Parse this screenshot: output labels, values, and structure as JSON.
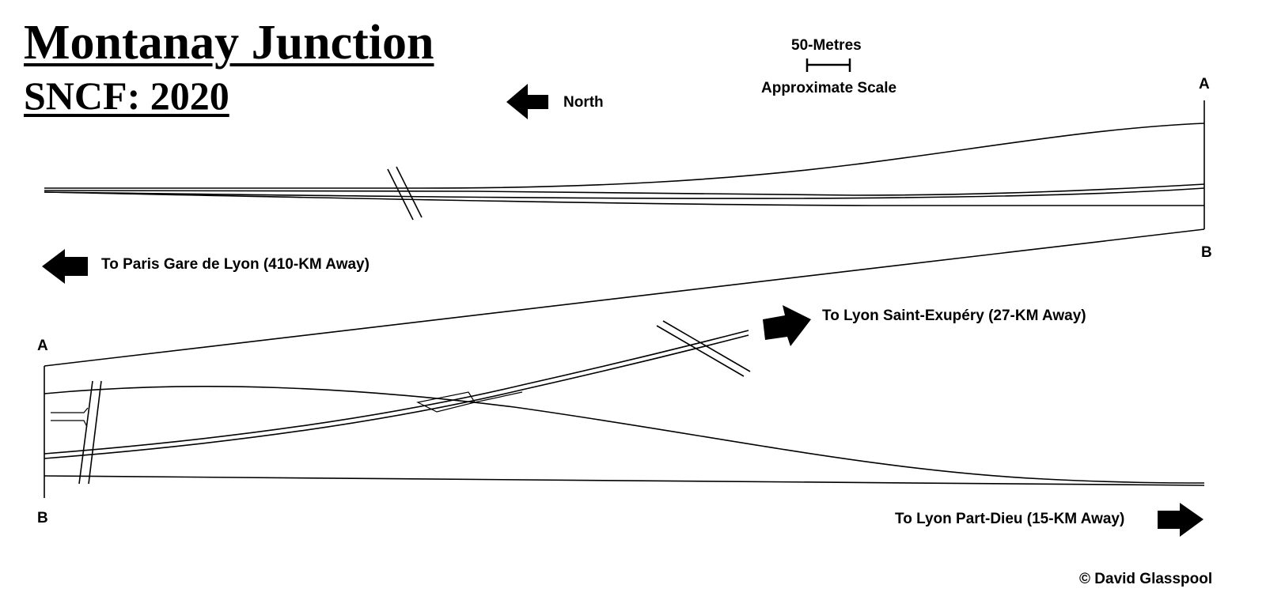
{
  "title": {
    "main": "Montanay Junction",
    "subtitle": "SNCF: 2020"
  },
  "compass": {
    "label": "North",
    "icon": "arrow-left-icon"
  },
  "scale": {
    "distance": "50-Metres",
    "caption": "Approximate Scale"
  },
  "destinations": {
    "paris": "To Paris Gare de Lyon (410-KM Away)",
    "saint_exupery": "To Lyon Saint-Exupéry (27-KM Away)",
    "part_dieu": "To Lyon Part-Dieu (15-KM Away)"
  },
  "points": {
    "top_a": "A",
    "top_b": "B",
    "bottom_a": "A",
    "bottom_b": "B"
  },
  "copyright": "© David Glasspool",
  "colors": {
    "ink": "#000000",
    "background": "#ffffff"
  }
}
